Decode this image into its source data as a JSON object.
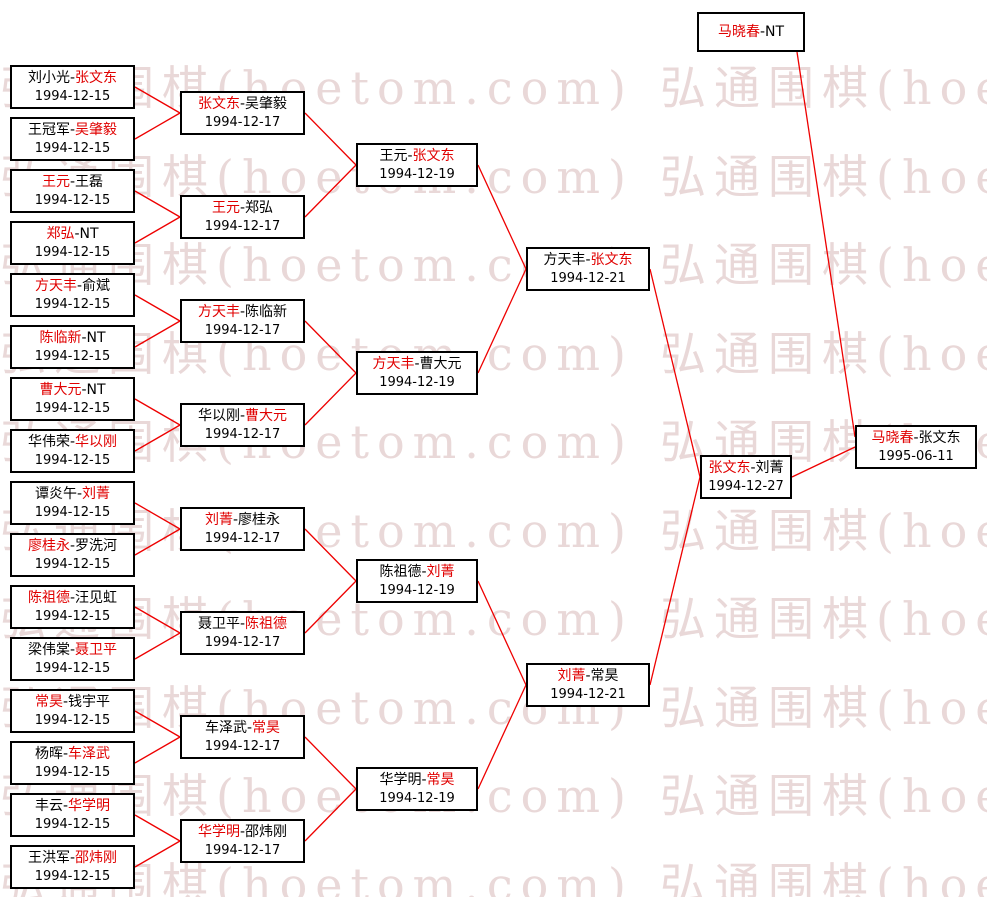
{
  "watermark": {
    "text": "弘通围棋(hoetom.com)",
    "color": "#e9d8d8"
  },
  "colors": {
    "winner": "#e00000",
    "line": "#ee0000",
    "border": "#000000",
    "text": "#000000",
    "background": "#ffffff"
  },
  "bracket": {
    "rounds": [
      {
        "name": "round-1",
        "matches": [
          {
            "p1": "刘小光",
            "p2": "张文东",
            "winner": 2,
            "date": "1994-12-15"
          },
          {
            "p1": "王冠军",
            "p2": "吴肇毅",
            "winner": 2,
            "date": "1994-12-15"
          },
          {
            "p1": "王元",
            "p2": "王磊",
            "winner": 1,
            "date": "1994-12-15"
          },
          {
            "p1": "郑弘",
            "p2": "NT",
            "winner": 1,
            "date": "1994-12-15"
          },
          {
            "p1": "方天丰",
            "p2": "俞斌",
            "winner": 1,
            "date": "1994-12-15"
          },
          {
            "p1": "陈临新",
            "p2": "NT",
            "winner": 1,
            "date": "1994-12-15"
          },
          {
            "p1": "曹大元",
            "p2": "NT",
            "winner": 1,
            "date": "1994-12-15"
          },
          {
            "p1": "华伟荣",
            "p2": "华以刚",
            "winner": 2,
            "date": "1994-12-15"
          },
          {
            "p1": "谭炎午",
            "p2": "刘菁",
            "winner": 2,
            "date": "1994-12-15"
          },
          {
            "p1": "廖桂永",
            "p2": "罗洗河",
            "winner": 1,
            "date": "1994-12-15"
          },
          {
            "p1": "陈祖德",
            "p2": "汪见虹",
            "winner": 1,
            "date": "1994-12-15"
          },
          {
            "p1": "梁伟棠",
            "p2": "聂卫平",
            "winner": 2,
            "date": "1994-12-15"
          },
          {
            "p1": "常昊",
            "p2": "钱宇平",
            "winner": 1,
            "date": "1994-12-15"
          },
          {
            "p1": "杨晖",
            "p2": "车泽武",
            "winner": 2,
            "date": "1994-12-15"
          },
          {
            "p1": "丰云",
            "p2": "华学明",
            "winner": 2,
            "date": "1994-12-15"
          },
          {
            "p1": "王洪军",
            "p2": "邵炜刚",
            "winner": 2,
            "date": "1994-12-15"
          }
        ]
      },
      {
        "name": "round-2",
        "matches": [
          {
            "p1": "张文东",
            "p2": "吴肇毅",
            "winner": 1,
            "date": "1994-12-17"
          },
          {
            "p1": "王元",
            "p2": "郑弘",
            "winner": 1,
            "date": "1994-12-17"
          },
          {
            "p1": "方天丰",
            "p2": "陈临新",
            "winner": 1,
            "date": "1994-12-17"
          },
          {
            "p1": "华以刚",
            "p2": "曹大元",
            "winner": 2,
            "date": "1994-12-17"
          },
          {
            "p1": "刘菁",
            "p2": "廖桂永",
            "winner": 1,
            "date": "1994-12-17"
          },
          {
            "p1": "聂卫平",
            "p2": "陈祖德",
            "winner": 2,
            "date": "1994-12-17"
          },
          {
            "p1": "车泽武",
            "p2": "常昊",
            "winner": 2,
            "date": "1994-12-17"
          },
          {
            "p1": "华学明",
            "p2": "邵炜刚",
            "winner": 1,
            "date": "1994-12-17"
          }
        ]
      },
      {
        "name": "round-3",
        "matches": [
          {
            "p1": "王元",
            "p2": "张文东",
            "winner": 2,
            "date": "1994-12-19"
          },
          {
            "p1": "方天丰",
            "p2": "曹大元",
            "winner": 1,
            "date": "1994-12-19"
          },
          {
            "p1": "陈祖德",
            "p2": "刘菁",
            "winner": 2,
            "date": "1994-12-19"
          },
          {
            "p1": "华学明",
            "p2": "常昊",
            "winner": 2,
            "date": "1994-12-19"
          }
        ]
      },
      {
        "name": "round-4",
        "matches": [
          {
            "p1": "方天丰",
            "p2": "张文东",
            "winner": 2,
            "date": "1994-12-21"
          },
          {
            "p1": "刘菁",
            "p2": "常昊",
            "winner": 1,
            "date": "1994-12-21"
          }
        ]
      },
      {
        "name": "round-5",
        "matches": [
          {
            "p1": "张文东",
            "p2": "刘菁",
            "winner": 1,
            "date": "1994-12-27"
          }
        ]
      }
    ],
    "challenger": {
      "p1": "马晓春",
      "p2": "NT",
      "winner": 1
    },
    "final": {
      "p1": "马晓春",
      "p2": "张文东",
      "winner": 1,
      "date": "1995-06-11"
    }
  }
}
